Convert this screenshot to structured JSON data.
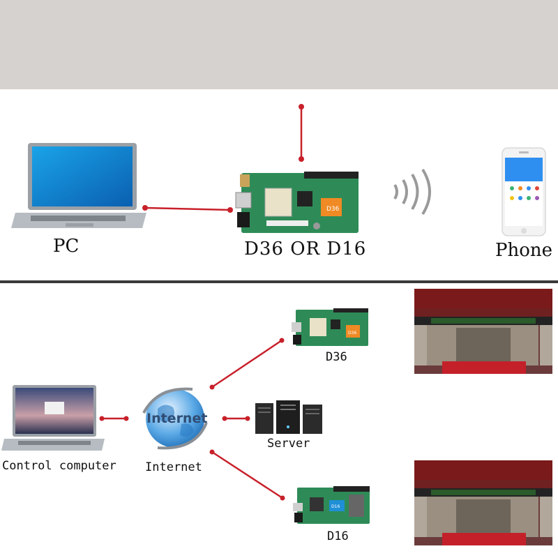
{
  "top": {
    "pc_label": "PC",
    "controller_label": "D36 OR D16",
    "phone_label": "Phone",
    "board_badge": "D36"
  },
  "bottom": {
    "control_label": "Control computer",
    "internet_label": "Internet",
    "internet_globe_text": "Internet",
    "server_label": "Server",
    "d36_label": "D36",
    "d16_label": "D16",
    "d36_badge": "D36",
    "d16_badge": "D16"
  },
  "colors": {
    "connector": "#c8202a",
    "band": "#d6d2cf",
    "divider": "#3a3a3a",
    "pcb": "#2e8b57"
  },
  "icons": {
    "laptop": "laptop-icon",
    "controller": "controller-board-icon",
    "wifi": "wifi-signal-icon",
    "phone": "phone-icon",
    "globe": "internet-globe-icon",
    "server": "server-icon",
    "storefront": "storefront-display-photo"
  }
}
